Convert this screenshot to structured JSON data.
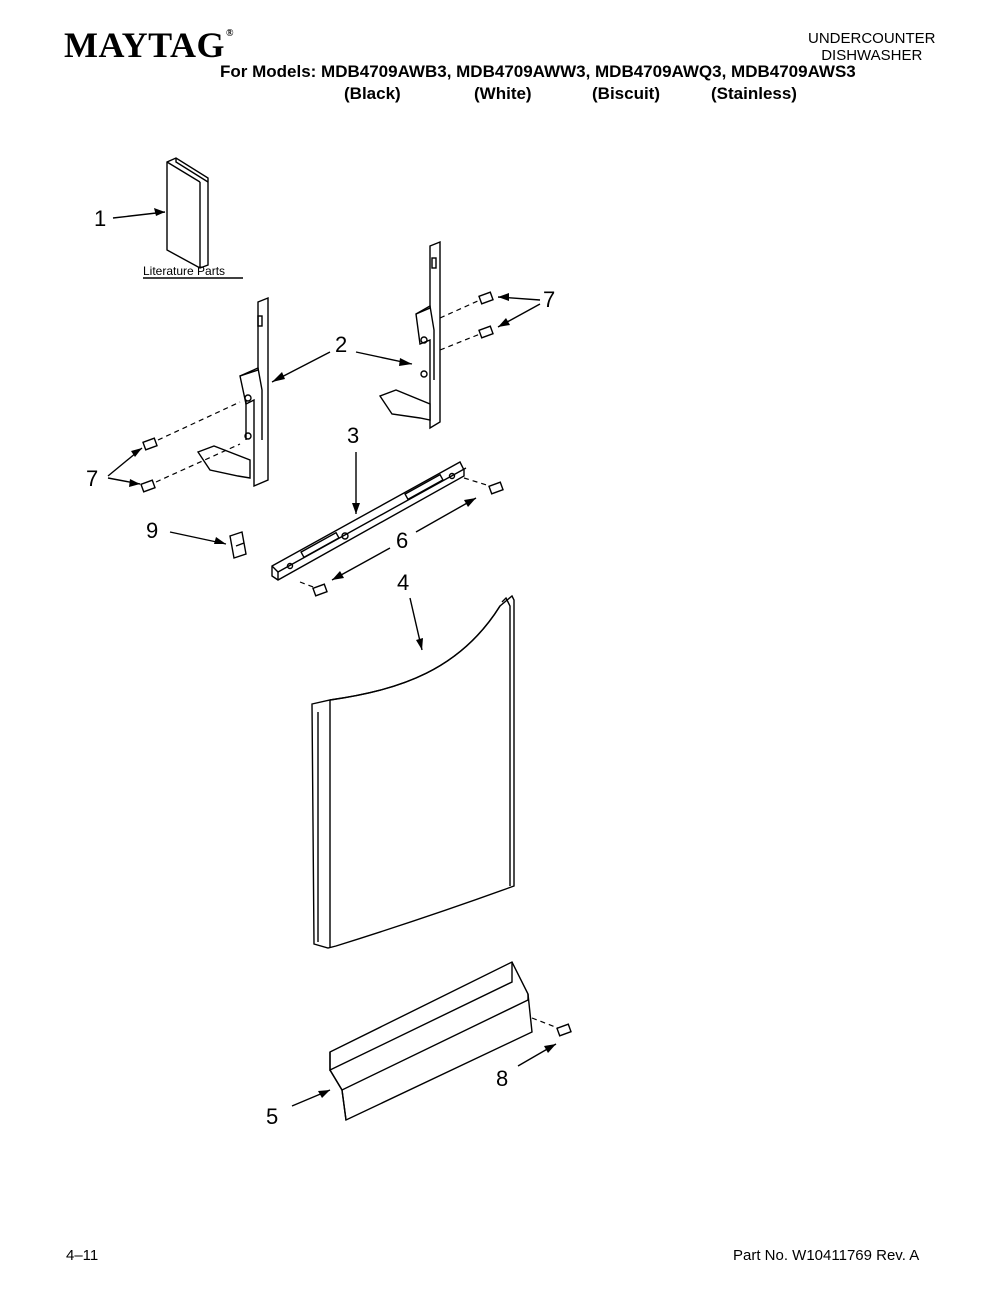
{
  "header": {
    "brand": "MAYTAG",
    "brand_mark": "®",
    "product_line1": "UNDERCOUNTER",
    "product_line2": "DISHWASHER",
    "models_line": "For Models: MDB4709AWB3, MDB4709AWW3, MDB4709AWQ3, MDB4709AWS3",
    "colors": [
      "(Black)",
      "(White)",
      "(Biscuit)",
      "(Stainless)"
    ]
  },
  "diagram": {
    "callouts": {
      "c1": "1",
      "c2": "2",
      "c3": "3",
      "c4": "4",
      "c5": "5",
      "c6": "6",
      "c7a": "7",
      "c7b": "7",
      "c8": "8",
      "c9": "9"
    },
    "literature_caption": "Literature Parts"
  },
  "footer": {
    "page": "4–11",
    "part_number": "Part No. W10411769 Rev. A"
  }
}
